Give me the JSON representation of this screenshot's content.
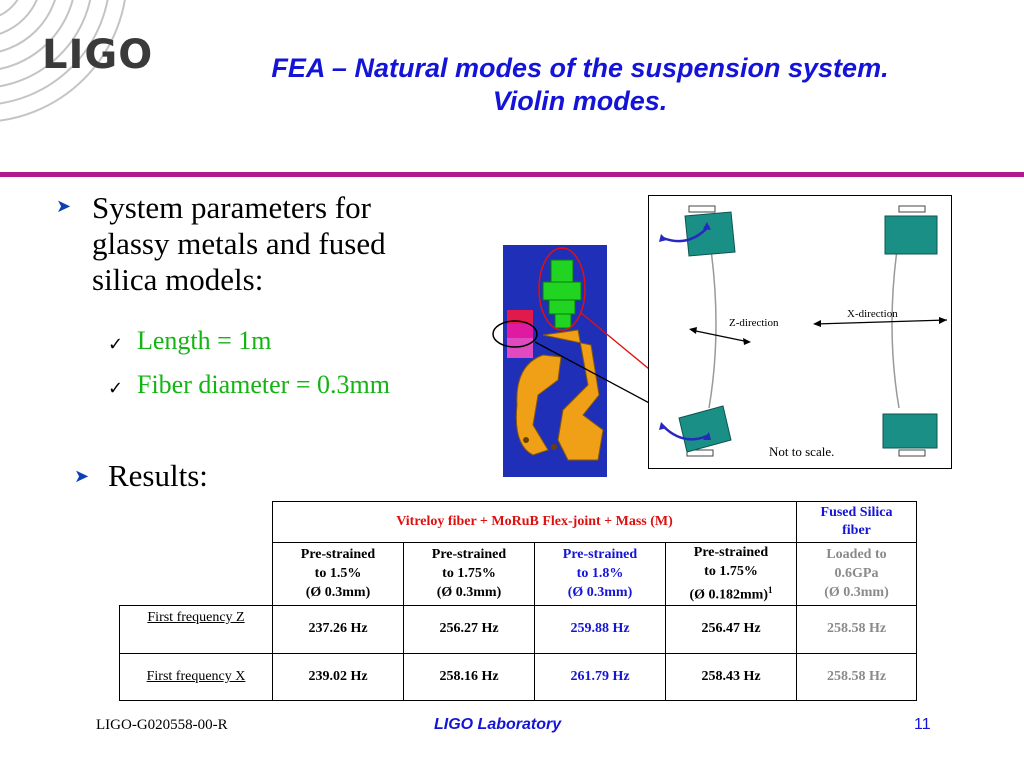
{
  "logo": {
    "text": "LIGO"
  },
  "title": {
    "line1": "FEA – Natural modes of the suspension system.",
    "line2": "Violin modes."
  },
  "bullets": [
    {
      "text_lines": [
        "System parameters for",
        "glassy metals and fused",
        "silica models:"
      ],
      "sub": [
        "Length = 1m",
        "Fiber diameter = 0.3mm"
      ]
    },
    {
      "text_lines": [
        "Results:"
      ],
      "sub": []
    }
  ],
  "diagram": {
    "z_label": "Z-direction",
    "x_label": "X-direction",
    "note": "Not to scale."
  },
  "table": {
    "group_header": "Vitreloy fiber + MoRuB Flex-joint + Mass (M)",
    "fused_header_line1": "Fused Silica",
    "fused_header_line2": "fiber",
    "columns": [
      {
        "l1": "Pre-strained",
        "l2": "to 1.5%",
        "l3": "(Ø 0.3mm)",
        "sup": ""
      },
      {
        "l1": "Pre-strained",
        "l2": "to 1.75%",
        "l3": "(Ø 0.3mm)",
        "sup": ""
      },
      {
        "l1": "Pre-strained",
        "l2": "to 1.8%",
        "l3": "(Ø 0.3mm)",
        "sup": ""
      },
      {
        "l1": "Pre-strained",
        "l2": "to 1.75%",
        "l3": "(Ø 0.182mm)",
        "sup": "1"
      },
      {
        "l1": "Loaded to",
        "l2": "0.6GPa",
        "l3": "(Ø 0.3mm)",
        "sup": ""
      }
    ],
    "rows": [
      {
        "label": "First frequency Z",
        "values": [
          "237.26 Hz",
          "256.27 Hz",
          "259.88 Hz",
          "256.47 Hz",
          "258.58 Hz"
        ]
      },
      {
        "label": "First frequency X",
        "values": [
          "239.02 Hz",
          "258.16 Hz",
          "261.79 Hz",
          "258.43 Hz",
          "258.58 Hz"
        ]
      }
    ]
  },
  "colors": {
    "title": "#1414d8",
    "rule": "#b01890",
    "sub_bullets": "#14b414",
    "table_red": "#dd1010",
    "table_blue": "#1414d8",
    "table_gray": "#8a8a8a"
  },
  "footer": {
    "left": "LIGO-G020558-00-R",
    "center": "LIGO Laboratory",
    "page": "11"
  }
}
